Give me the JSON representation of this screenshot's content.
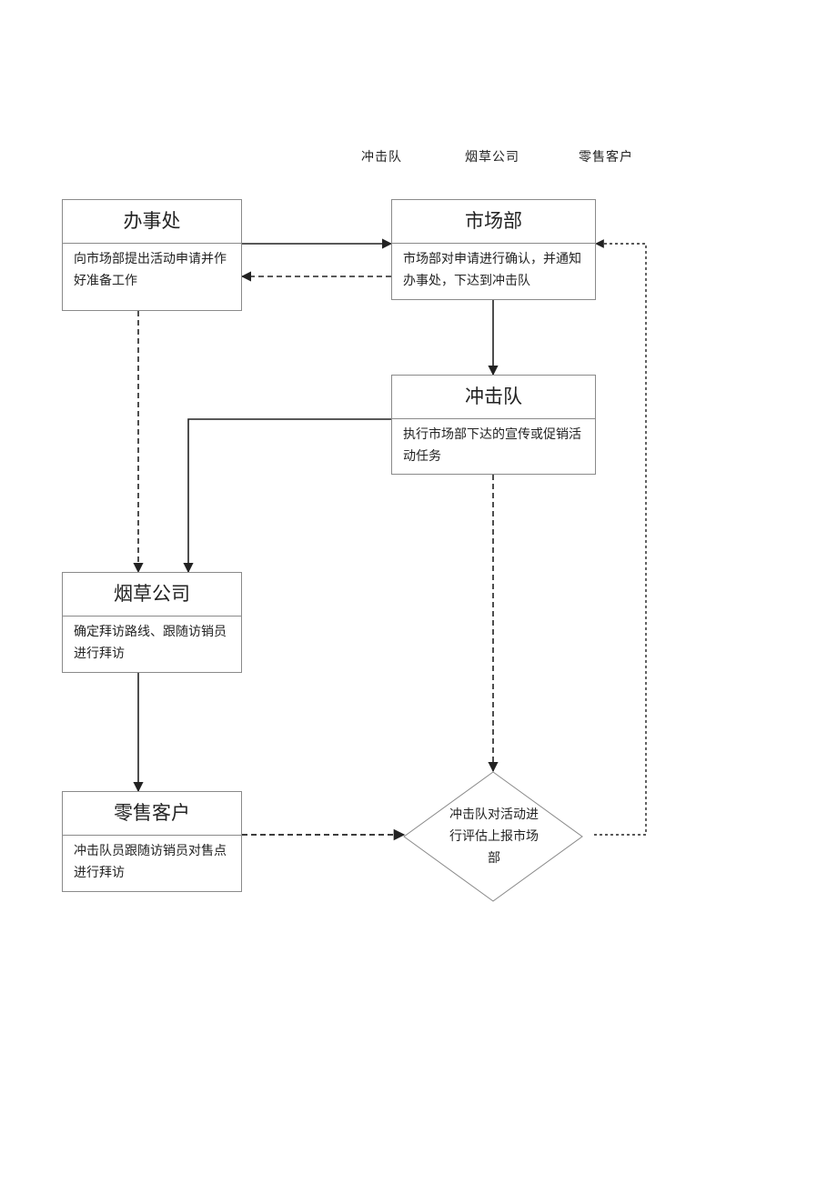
{
  "header": {
    "col1": "冲击队",
    "col2": "烟草公司",
    "col3": "零售客户"
  },
  "nodes": {
    "office": {
      "title": "办事处",
      "desc": "向市场部提出活动申请并作好准备工作"
    },
    "market": {
      "title": "市场部",
      "desc": "市场部对申请进行确认，并通知办事处，下达到冲击队"
    },
    "team": {
      "title": "冲击队",
      "desc": "执行市场部下达的宣传或促销活动任务"
    },
    "tobacco": {
      "title": "烟草公司",
      "desc": "确定拜访路线、跟随访销员进行拜访"
    },
    "retail": {
      "title": "零售客户",
      "desc": "冲击队员跟随访销员对售点进行拜访"
    },
    "evaluate": {
      "text": "冲击队对活动进行评估上报市场部"
    }
  }
}
